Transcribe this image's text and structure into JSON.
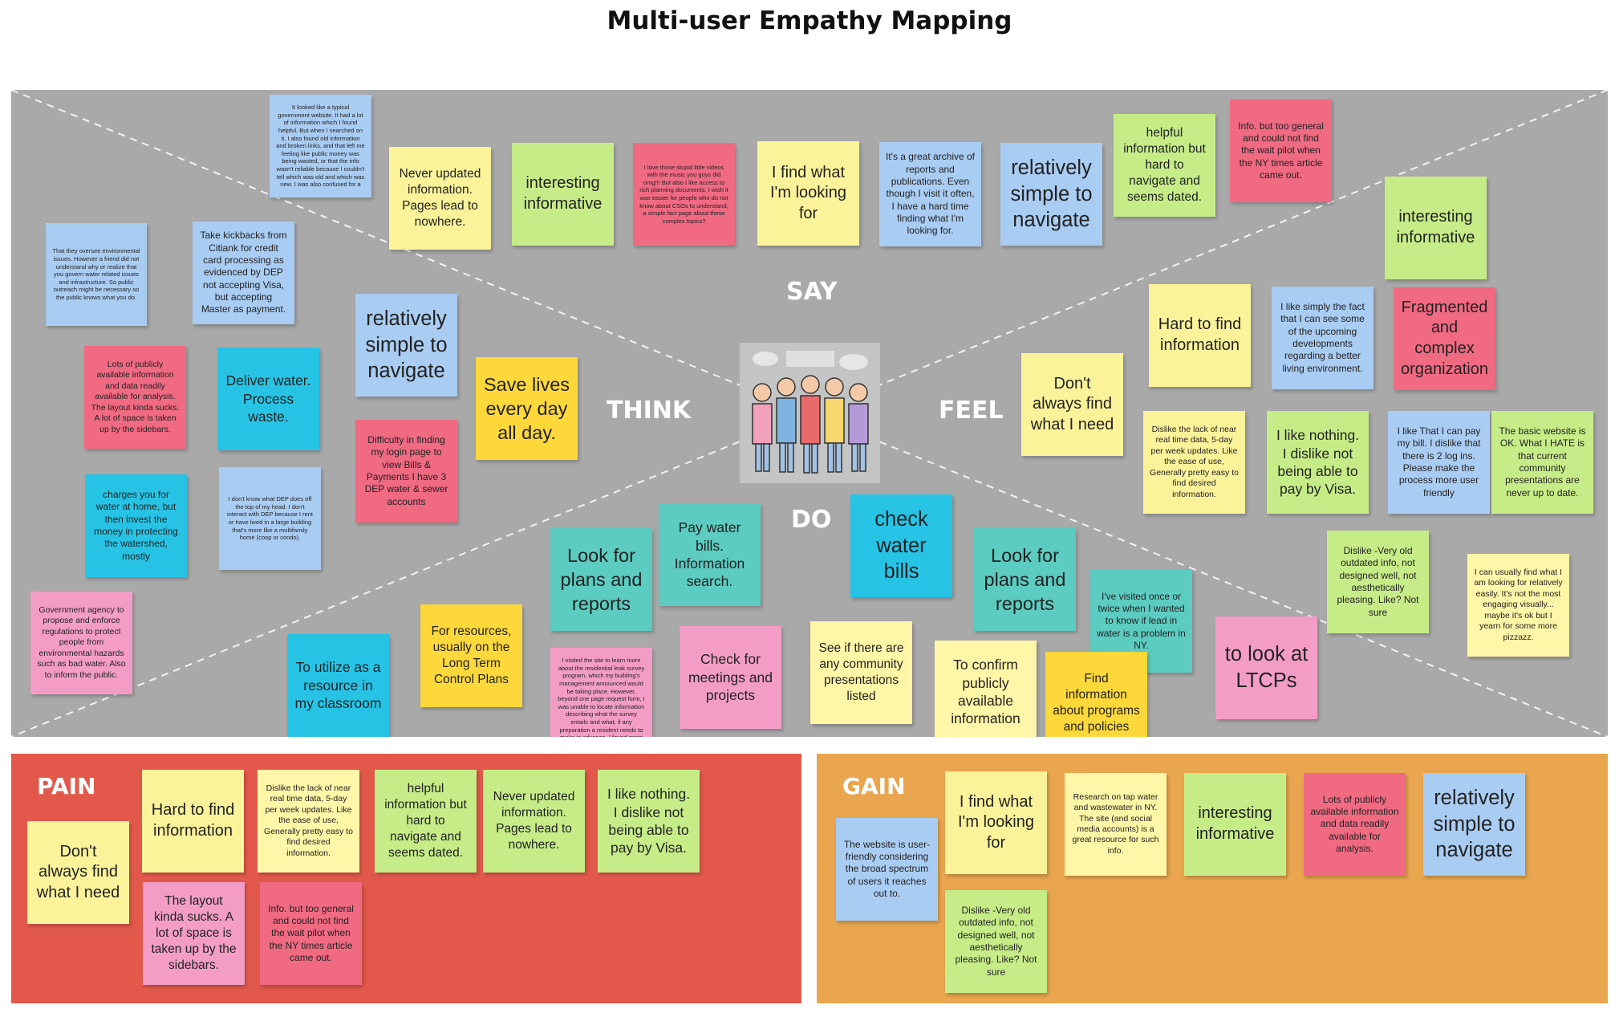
{
  "title": "Multi-user Empathy Mapping",
  "quadrants": {
    "say": "SAY",
    "think": "THINK",
    "feel": "FEEL",
    "do": "DO"
  },
  "panels": {
    "pain": "PAIN",
    "gain": "GAIN"
  },
  "notes": {
    "say": [
      "It looked like a typical government website. It had a lot of information which I found helpful. But when I searched on it, I also found old information and broken links, and that left me feeling like public money was being wasted, or that the info wasn't reliable because I couldn't tell which was old and which was new. I was also confused for a",
      "Never updated information. Pages lead to nowhere.",
      "interesting informative",
      "I love those stupid little videos with the music you guys did omg!!! But also I like access to rich planning documents. I wish it was easier for people who do not know about CSOs to understand, a simple fact page about these complex topics?",
      "I find what I'm looking for",
      "It's a great archive of reports and publications. Even though I visit it often, I have a hard time finding what I'm looking for.",
      "relatively simple to navigate",
      "helpful information but hard to navigate and seems dated.",
      "Info. but too general and could not find the wait pilot when the NY times article came out."
    ],
    "think": [
      "That they oversee environmental issues. However a friend did not understand why or realize that you govern water related issues and infrastructure. So public outreach might be necessary so the public knows what you do.",
      "Take kickbacks from Citiank for credit card processing as evidenced by DEP not accepting Visa, but accepting Master as payment.",
      "relatively simple to navigate",
      "Lots of publicly available information and data readily available for analysis. The layout kinda sucks. A lot of space is taken up by the sidebars.",
      "Deliver water. Process waste.",
      "Save lives every day all day.",
      "Difficulty in finding my login page to view Bills & Payments I have 3 DEP water & sewer accounts",
      "charges you for water at home, but then invest the money in protecting the watershed, mostly",
      "I don't know what DEP does off the top of my head. I don't interact with DEP because I rent or have lived in a large building that's more like a multifamily home (coop or condo).",
      "Government agency to propose and enforce regulations to protect people from environmental hazards such as bad water. Also to inform the public."
    ],
    "feel": [
      "interesting informative",
      "Hard to find information",
      "I like simply the fact that I can see some of the upcoming developments regarding a better living environment.",
      "Fragmented and complex organization",
      "Don't always find what I need",
      "Dislike the lack of near real time data, 5-day per week updates. Like the ease of use, Generally pretty easy to find desired information.",
      "I like nothing. I dislike not being able to pay by Visa.",
      "I like That I can pay my bill. I dislike that there is 2 log ins. Please make the process more user friendly",
      "The basic website is OK. What I HATE is that current community presentations are never up to date.",
      "Dislike -Very old outdated info, not designed well, not aesthetically pleasing. Like? Not sure",
      "I can usually find what I am looking for relatively easily. It's not the most engaging visually... maybe it's ok but I yearn for some more pizzazz."
    ],
    "do": [
      "Pay water bills. Information search.",
      "check water bills",
      "Look for plans and reports",
      "Look for plans and reports",
      "I've visited once or twice when I wanted to know if lead in water is a problem in NY.",
      "For resources, usually on the Long Term Control Plans",
      "To utilize as a resource in my classroom",
      "I visited the site to learn more about the residential leak survey program, which my building's management announced would be taking place. However, beyond one page request form, I was unable to locate information describing what the survey entails and what, if any preparation a resident needs to make in advance. I found more",
      "Check for meetings and projects",
      "See if there are any community presentations listed",
      "To confirm publicly available information",
      "Find information about programs and policies",
      "to look at LTCPs"
    ],
    "pain": [
      "Hard to find information",
      "Dislike the lack of near real time data, 5-day per week updates. Like the ease of use, Generally pretty easy to find desired information.",
      "helpful information but hard to navigate and seems dated.",
      "Never updated information. Pages lead to nowhere.",
      "I like nothing. I dislike not being able to pay by Visa.",
      "Don't always find what I need",
      "The layout kinda sucks. A lot of space is taken up by the sidebars.",
      "Info. but too general and could not find the wait pilot when the NY times article came out."
    ],
    "gain": [
      "The website is user-friendly considering the broad spectrum of users it reaches out to.",
      "I find what I'm looking for",
      "Research on tap water and wastewater in NY. The site (and social media accounts) is a great resource for such info.",
      "interesting informative",
      "Lots of publicly available information and data readily available for analysis.",
      "relatively simple to navigate",
      "Dislike -Very old outdated info, not designed well, not aesthetically pleasing. Like? Not sure"
    ]
  }
}
